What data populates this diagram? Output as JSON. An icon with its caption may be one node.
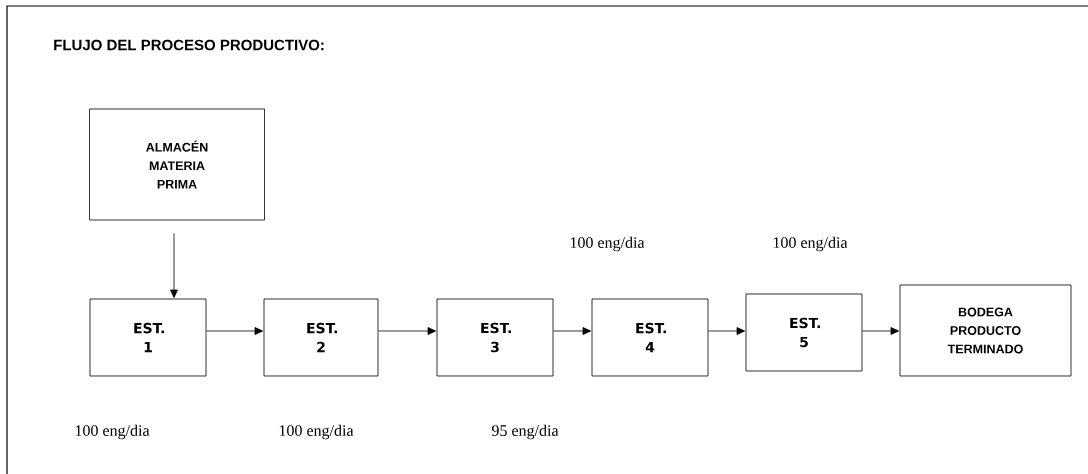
{
  "diagram": {
    "title": "FLUJO DEL PROCESO PRODUCTIVO:",
    "nodes": [
      {
        "text": [
          "ALMACÉN MATERIA PRIMA"
        ]
      },
      {
        "text": [
          "EST. 1"
        ],
        "beside": [
          "100 eng/dia"
        ]
      },
      {
        "text": [
          "EST. 2"
        ],
        "beside": [
          "100 eng/dia"
        ]
      },
      {
        "text": [
          "EST. 3"
        ],
        "beside": [
          "95 eng/dia"
        ]
      },
      {
        "text": [
          "EST. 4"
        ],
        "beside": [
          "100 eng/dia"
        ]
      },
      {
        "text": [
          "EST. 5"
        ],
        "beside": [
          "100 eng/dia"
        ]
      },
      {
        "text": [
          "BODEGA PRODUCTO TERMINADO"
        ]
      }
    ],
    "edges": [
      {
        "from": 0,
        "to": 1,
        "arrow": "to"
      },
      {
        "from": 1,
        "to": 2,
        "arrow": "to"
      },
      {
        "from": 2,
        "to": 3,
        "arrow": "to"
      },
      {
        "from": 3,
        "to": 4,
        "arrow": "to"
      },
      {
        "from": 4,
        "to": 5,
        "arrow": "to"
      },
      {
        "from": 5,
        "to": 6,
        "arrow": "to"
      }
    ]
  }
}
